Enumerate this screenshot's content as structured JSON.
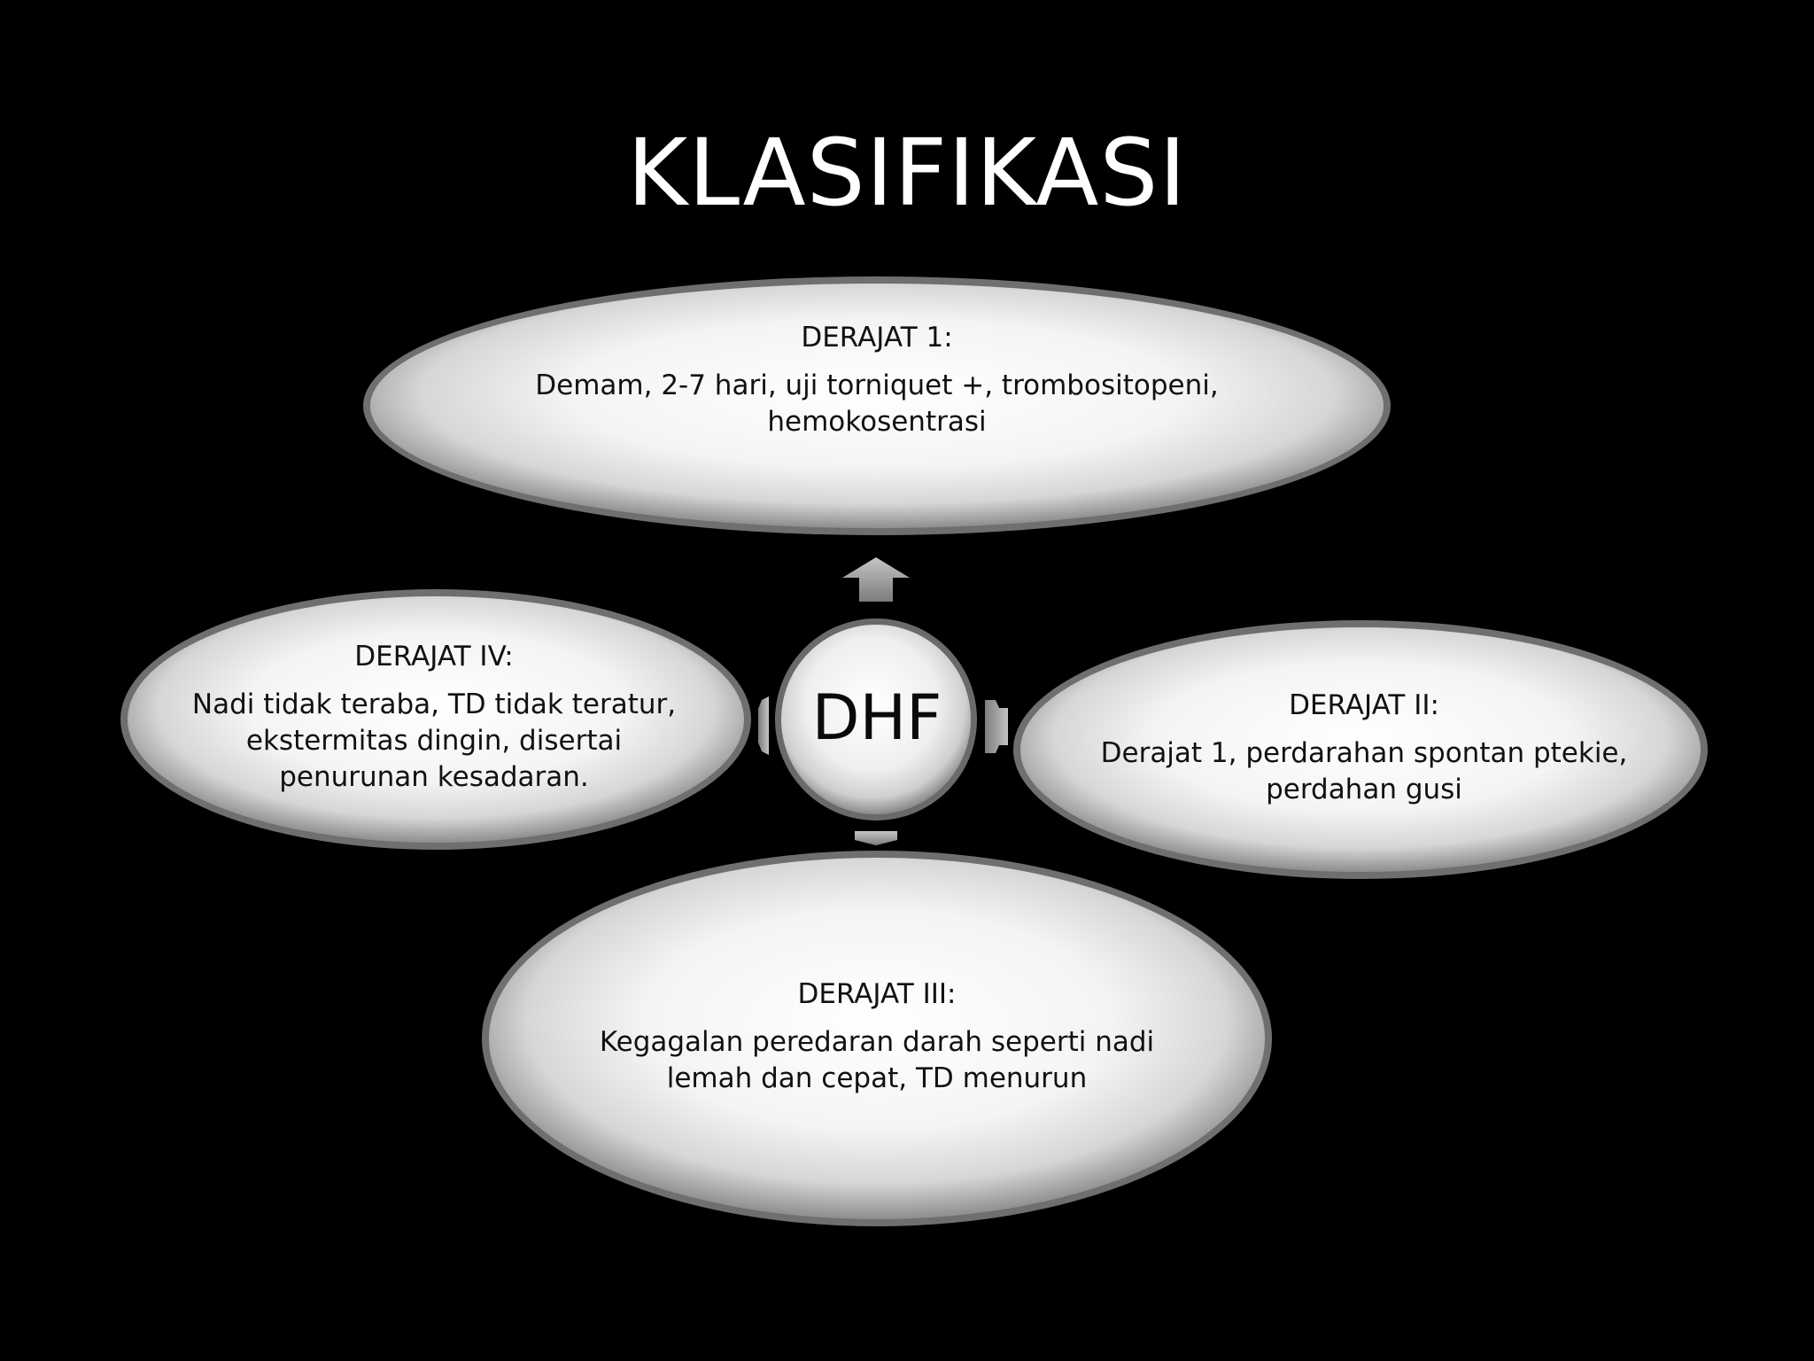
{
  "slide": {
    "title": "KLASIFIKASI",
    "center": {
      "label": "DHF"
    },
    "grades": [
      {
        "heading": "DERAJAT 1:",
        "description": "Demam, 2-7 hari, uji torniquet +, trombositopeni, hemokosentrasi"
      },
      {
        "heading": "DERAJAT II:",
        "description": "Derajat 1, perdarahan spontan ptekie, perdahan gusi"
      },
      {
        "heading": "DERAJAT III:",
        "description": "Kegagalan peredaran darah seperti nadi lemah dan cepat, TD menurun"
      },
      {
        "heading": "DERAJAT IV:",
        "description": "Nadi tidak teraba, TD tidak teratur, ekstermitas dingin, disertai penurunan kesadaran."
      }
    ]
  },
  "colors": {
    "background": "#000000",
    "title": "#ffffff",
    "oval_light": "#ffffff",
    "oval_dark": "#8a8a8a",
    "arrow": "#a0a0a0"
  }
}
